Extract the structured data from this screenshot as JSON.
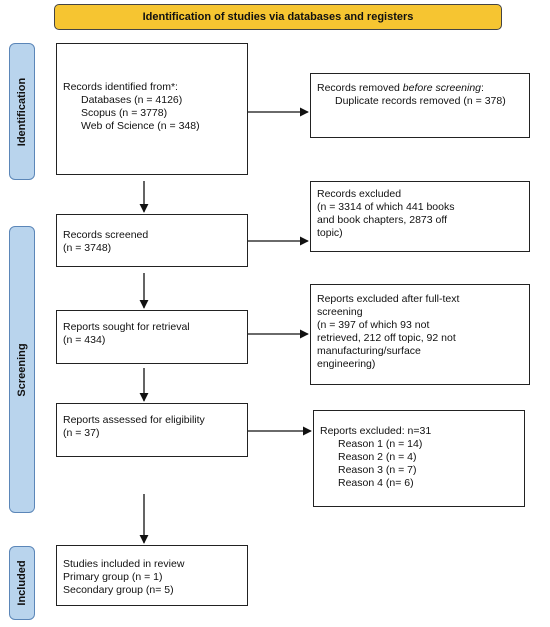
{
  "header": {
    "title": "Identification of studies via databases and registers"
  },
  "phases": {
    "identification": "Identification",
    "screening": "Screening",
    "included": "Included"
  },
  "boxes": {
    "identified": {
      "title": "Records identified from*:",
      "lines": [
        "Databases (n = 4126)",
        "Scopus (n = 3778)",
        "Web of Science (n = 348)"
      ]
    },
    "removed": {
      "prefix": "Records removed ",
      "emph": "before screening",
      "suffix": ":",
      "line": "Duplicate records removed (n = 378)"
    },
    "screened": {
      "lines": [
        "Records screened",
        "(n = 3748)"
      ]
    },
    "excluded": {
      "lines": [
        "Records excluded",
        "(n = 3314 of which 441 books",
        "and book chapters, 2873 off",
        "topic)"
      ]
    },
    "sought": {
      "lines": [
        "Reports sought for retrieval",
        "(n = 434)"
      ]
    },
    "fulltext": {
      "lines": [
        "Reports excluded after full-text",
        "screening",
        "(n = 397 of which 93 not",
        "retrieved, 212 off topic, 92 not",
        "manufacturing/surface",
        "engineering)"
      ]
    },
    "assessed": {
      "lines": [
        "Reports assessed for eligibility",
        "(n = 37)"
      ]
    },
    "reasons": {
      "title": "Reports excluded: n=31",
      "lines": [
        "Reason 1 (n = 14)",
        "Reason 2 (n = 4)",
        "Reason 3 (n = 7)",
        "Reason 4 (n= 6)"
      ]
    },
    "included": {
      "lines": [
        "Studies included in review",
        "Primary group (n = 1)",
        "Secondary group (n= 5)"
      ]
    }
  }
}
